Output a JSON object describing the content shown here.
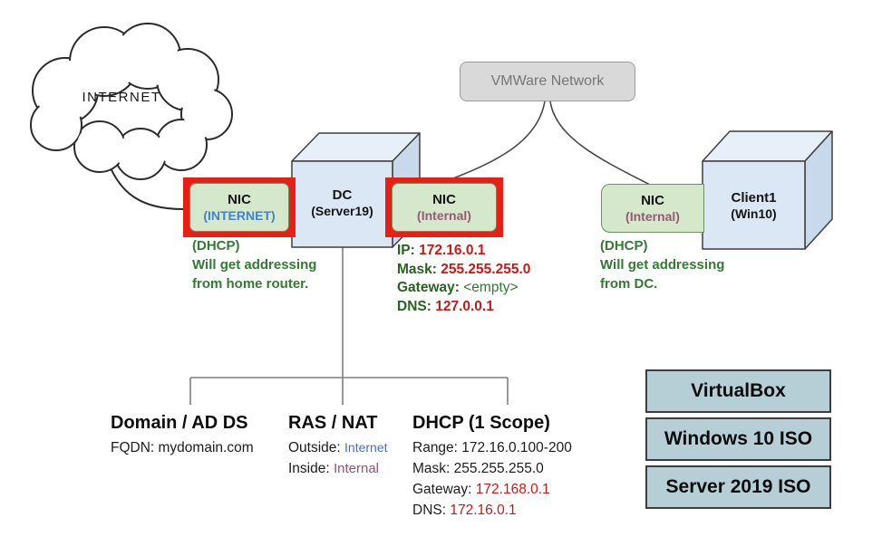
{
  "cloud": {
    "label": "INTERNET"
  },
  "vmware": {
    "label": "VMWare Network"
  },
  "dc": {
    "name": "DC",
    "sub": "(Server19)"
  },
  "client": {
    "name": "Client1",
    "sub": "(Win10)"
  },
  "nic_internet": {
    "title": "NIC",
    "sub": "(INTERNET)"
  },
  "nic_internal_dc": {
    "title": "NIC",
    "sub": "(Internal)"
  },
  "nic_internal_client": {
    "title": "NIC",
    "sub": "(Internal)"
  },
  "note_left": {
    "l1": "(DHCP)",
    "l2": "Will get addressing",
    "l3": "from home router."
  },
  "note_right": {
    "l1": "(DHCP)",
    "l2": "Will get addressing",
    "l3": "from DC."
  },
  "nic_config": {
    "ip_label": "IP:",
    "ip": "172.16.0.1",
    "mask_label": "Mask:",
    "mask": "255.255.255.0",
    "gw_label": "Gateway:",
    "gw": "<empty>",
    "dns_label": "DNS:",
    "dns": "127.0.0.1"
  },
  "roles": {
    "domain": {
      "title": "Domain / AD DS",
      "fqdn": "FQDN: mydomain.com"
    },
    "ras": {
      "title": "RAS / NAT",
      "outside_label": "Outside:",
      "outside": "Internet",
      "inside_label": "Inside:",
      "inside": "Internal"
    },
    "dhcp": {
      "title": "DHCP (1 Scope)",
      "range": "Range: 172.16.0.100-200",
      "mask": "Mask: 255.255.255.0",
      "gw_label": "Gateway:",
      "gw": "172.168.0.1",
      "dns_label": "DNS:",
      "dns": "172.16.0.1"
    }
  },
  "stack": [
    "VirtualBox",
    "Windows 10 ISO",
    "Server 2019 ISO"
  ],
  "colors": {
    "red_frame": "#e81f15",
    "nic_green_fill": "#d6e8cc",
    "nic_green_border": "#6f8f5f",
    "internet_blue": "#4482c6",
    "internal_plum": "#935a72",
    "note_green": "#337a33",
    "config_label_green": "#26631f",
    "value_red": "#c41a1a",
    "cube_blue": "#dbe7f4",
    "vmware_gray": "#d9d9d9",
    "stack_teal": "#b6cfd6"
  }
}
